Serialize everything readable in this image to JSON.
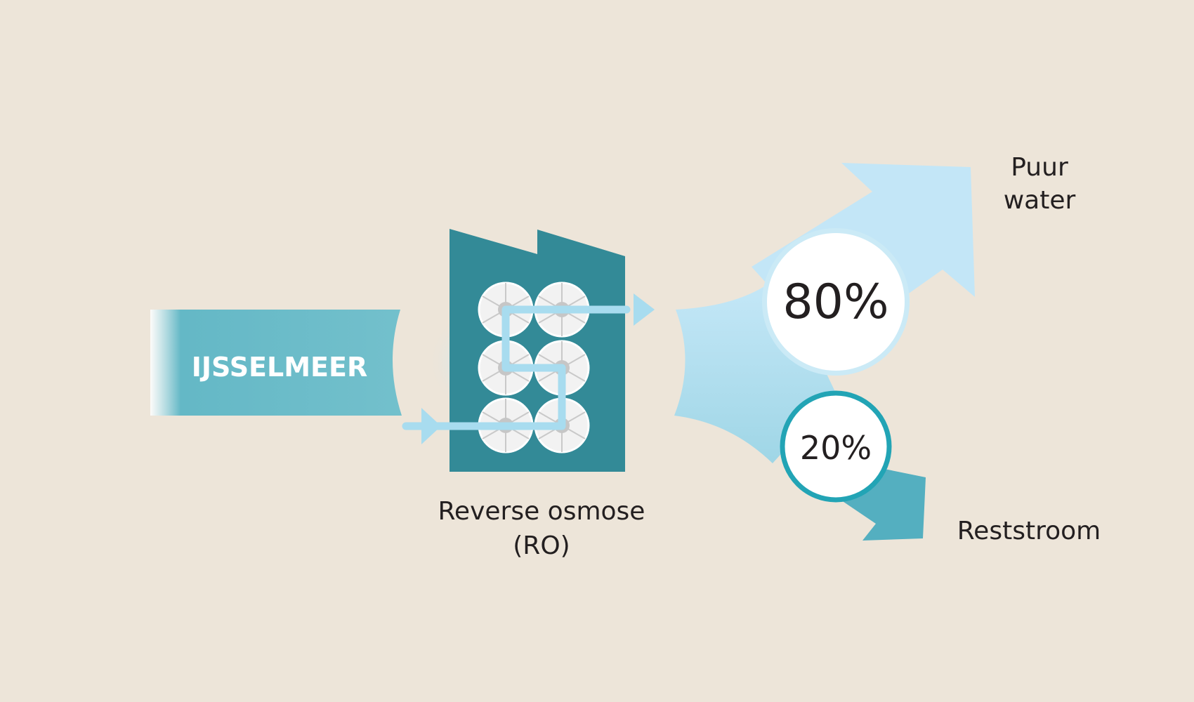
{
  "diagram": {
    "source_label": "IJSSELMEER",
    "plant_label_line1": "Reverse osmose",
    "plant_label_line2": "(RO)",
    "outputs": [
      {
        "percent_text": "80%",
        "fraction": 0.8,
        "label_line1": "Puur",
        "label_line2": "water"
      },
      {
        "percent_text": "20%",
        "fraction": 0.2,
        "label_line1": "Reststroom",
        "label_line2": ""
      }
    ]
  },
  "colors": {
    "background": "#ede5d9",
    "inflow": "#64b8c6",
    "plant": "#338a97",
    "pure_water": "#c3e6f7",
    "reststroom": "#54afc0",
    "pipe": "#a8dcef",
    "circle_fill": "#ffffff",
    "circle_ring_20": "#22a4b5",
    "text": "#231f20"
  }
}
